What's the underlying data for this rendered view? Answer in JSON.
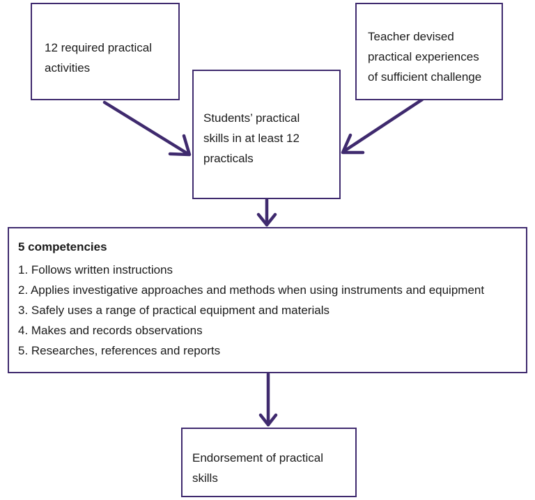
{
  "diagram": {
    "required_box": {
      "text": "12 required practical\nactivities"
    },
    "teacher_box": {
      "text": "Teacher devised\npractical experiences\nof sufficient challenge"
    },
    "students_box": {
      "text": "Students’ practical\nskills in at least 12\npracticals"
    },
    "competencies_box": {
      "title": "5 competencies",
      "items": [
        "1. Follows written instructions",
        "2. Applies investigative approaches and methods when using instruments and equipment",
        "3. Safely uses a range of practical equipment and materials",
        "4. Makes and records observations",
        "5. Researches, references and reports"
      ]
    },
    "endorsement_box": {
      "text": "Endorsement of practical\nskills"
    },
    "colors": {
      "border": "#3f2a6e",
      "arrow": "#3f2a6e",
      "text": "#1a1a1a"
    }
  }
}
